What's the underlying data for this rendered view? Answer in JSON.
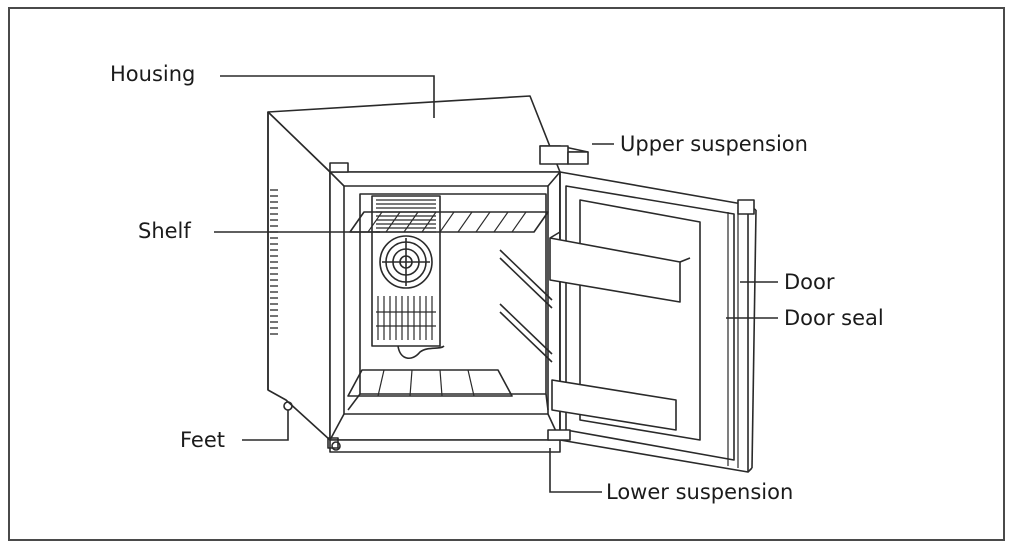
{
  "labels": {
    "housing": "Housing",
    "upper_suspension": "Upper suspension",
    "shelf": "Shelf",
    "door": "Door",
    "door_seal": "Door seal",
    "feet": "Feet",
    "lower_suspension": "Lower suspension"
  }
}
